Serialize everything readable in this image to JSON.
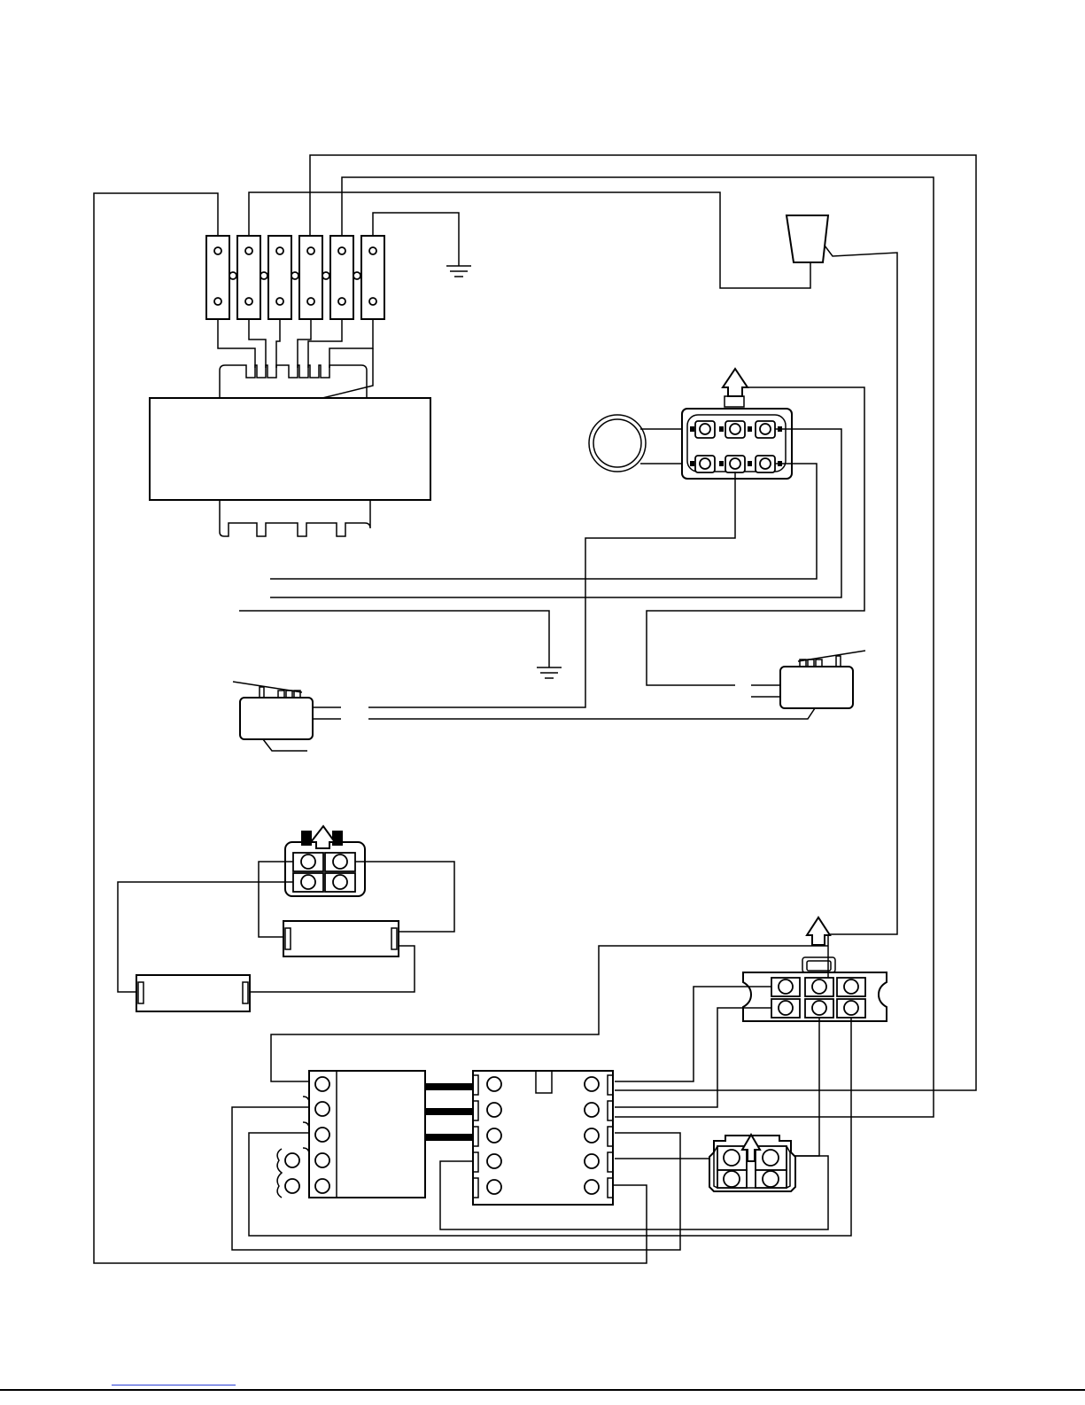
{
  "diagram": {
    "type": "wiring-diagram",
    "components": [
      "terminal-block",
      "ground-symbol-top",
      "transformer",
      "motor",
      "six-pin-connector-top",
      "ground-symbol-middle",
      "microswitch-left",
      "microswitch-right",
      "lamp",
      "four-pin-connector-left",
      "resistor-upper",
      "resistor-lower",
      "six-pin-connector-right",
      "relay",
      "contactor",
      "four-pin-connector-bottom"
    ]
  }
}
